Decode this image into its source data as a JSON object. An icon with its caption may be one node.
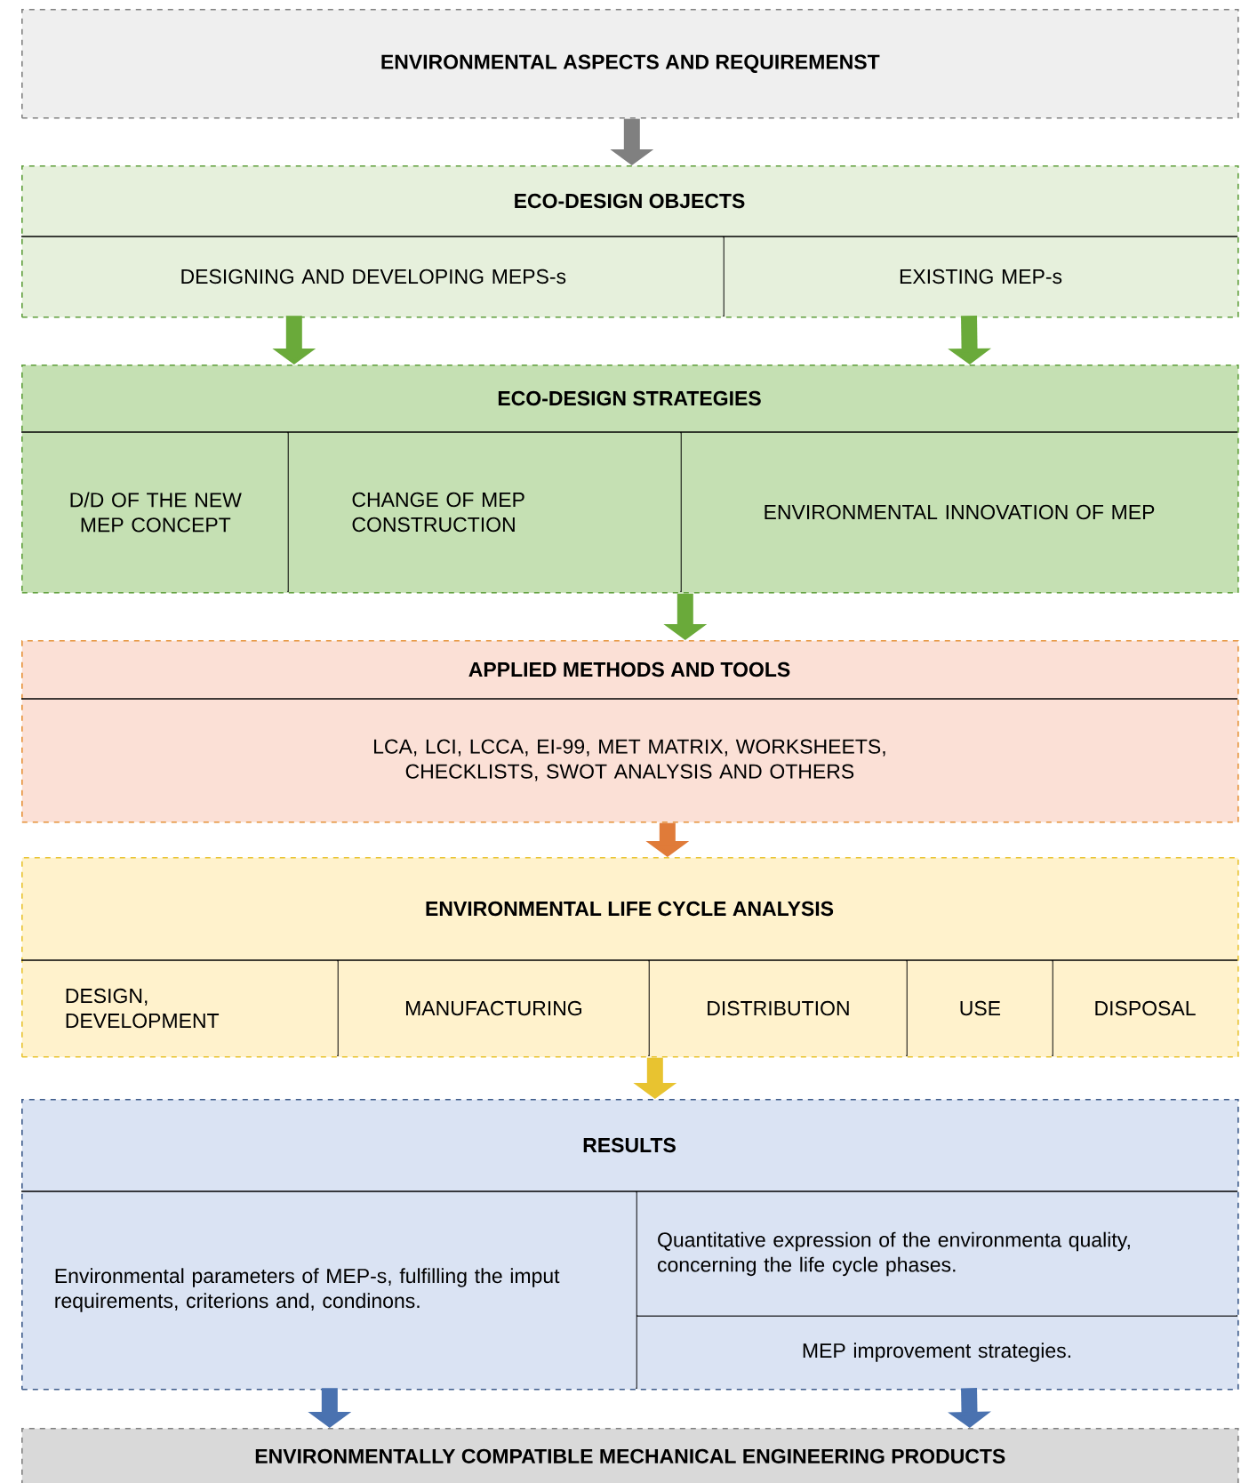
{
  "diagram": {
    "nodes": [
      {
        "text": [
          "ENVIRONMENTAL ASPECTS AND REQUIREMENST"
        ]
      },
      {
        "text": [
          "ECO-DESIGN OBJECTS"
        ]
      },
      {
        "text": [
          "DESIGNING AND DEVELOPING MEPS-s"
        ],
        "in": 1
      },
      {
        "text": [
          "EXISTING MEP-s"
        ],
        "in": 1
      },
      {
        "text": [
          "ECO-DESIGN STRATEGIES"
        ]
      },
      {
        "text": [
          "D/D OF THE NEW MEP CONCEPT"
        ],
        "in": 4
      },
      {
        "text": [
          "CHANGE OF MEP CONSTRUCTION"
        ],
        "in": 4
      },
      {
        "text": [
          "ENVIRONMENTAL INNOVATION OF MEP"
        ],
        "in": 4
      },
      {
        "text": [
          "APPLIED METHODS AND TOOLS"
        ]
      },
      {
        "text": [
          "LCA, LCI, LCCA, EI-99, MET MATRIX, WORKSHEETS, CHECKLISTS, SWOT ANALYSIS AND OTHERS"
        ],
        "in": 8
      },
      {
        "text": [
          "ENVIRONMENTAL LIFE CYCLE ANALYSIS"
        ]
      },
      {
        "text": [
          "DESIGN, DEVELOPMENT"
        ],
        "in": 10
      },
      {
        "text": [
          "MANUFACTURING"
        ],
        "in": 10
      },
      {
        "text": [
          "DISTRIBUTION"
        ],
        "in": 10
      },
      {
        "text": [
          "USE"
        ],
        "in": 10
      },
      {
        "text": [
          "DISPOSAL"
        ],
        "in": 10
      },
      {
        "text": [
          "RESULTS"
        ]
      },
      {
        "text": [
          "Environmental parameters of MEP-s, fulfilling the imput requirements, criterions and, condinons."
        ],
        "in": 16
      },
      {
        "text": [
          "Quantitative expression of the environmenta quality, concerning the life cycle phases."
        ],
        "in": 16
      },
      {
        "text": [
          "MEP improvement strategies."
        ],
        "in": 16
      },
      {
        "text": [
          "ENVIRONMENTALLY COMPATIBLE MECHANICAL ENGINEERING PRODUCTS"
        ]
      }
    ],
    "edges": [
      {
        "from": 0,
        "to": 1,
        "arrow": "to",
        "color": "#808080"
      },
      {
        "from": 2,
        "to": 4,
        "arrow": "to",
        "color": "#6aaa3a"
      },
      {
        "from": 3,
        "to": 4,
        "arrow": "to",
        "color": "#6aaa3a"
      },
      {
        "from": 4,
        "to": 8,
        "arrow": "to",
        "color": "#6aaa3a"
      },
      {
        "from": 8,
        "to": 10,
        "arrow": "to",
        "color": "#e07b39"
      },
      {
        "from": 10,
        "to": 16,
        "arrow": "to",
        "color": "#e8c330"
      },
      {
        "from": 17,
        "to": 20,
        "arrow": "to",
        "color": "#4a72b0"
      },
      {
        "from": 19,
        "to": 20,
        "arrow": "to",
        "color": "#4a72b0"
      }
    ]
  }
}
